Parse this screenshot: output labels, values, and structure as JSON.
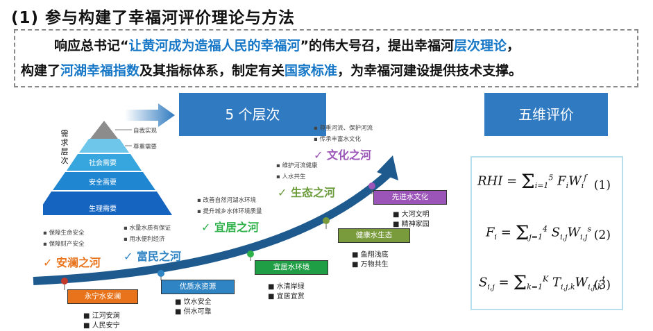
{
  "title": "(1)  参与构建了幸福河评价理论与方法",
  "intro": {
    "l1_a": "响应总书记“",
    "l1_hl": "让黄河成为造福人民的幸福河",
    "l1_b": "”的伟大号召，提出幸福河",
    "l1_hl2": "层次理论",
    "l1_c": "，",
    "l2_a": "构建了",
    "l2_hl": "河湖幸福指数",
    "l2_b": "及其指标体系，制定有关",
    "l2_hl2": "国家标准",
    "l2_c": "，为幸福河建设提供技术支撑。"
  },
  "levels_label": "5 个层次",
  "five_label": "五维评价",
  "pyramid": {
    "axis_label": "需求层次",
    "layers": [
      "生理需要",
      "安全需要",
      "社会需要"
    ],
    "notes": [
      "自我实现",
      "尊重需要"
    ]
  },
  "stages": [
    {
      "name": "安澜之河",
      "color": "#e8731a",
      "notes": [
        "保障生命安全",
        "保障财产安全"
      ],
      "box": "永宁水安澜",
      "box_color": "#e8731a",
      "bullets": [
        "江河安澜",
        "人民安宁"
      ]
    },
    {
      "name": "富民之河",
      "color": "#2f84c4",
      "notes": [
        "水量水质有保证",
        "用水便利经济"
      ],
      "box": "优质水资源",
      "box_color": "#2f84c4",
      "bullets": [
        "饮水安全",
        "供水可靠"
      ]
    },
    {
      "name": "宜居之河",
      "color": "#2fb24a",
      "notes": [
        "改善自然河湖水环境",
        "提升城乡水体环境质量"
      ],
      "box": "宜居水环境",
      "box_color": "#1f9e45",
      "bullets": [
        "水清岸绿",
        "宜居宜赏"
      ]
    },
    {
      "name": "生态之河",
      "color": "#6a9b3a",
      "notes": [
        "维护河流健康",
        "人水共生"
      ],
      "box": "健康水生态",
      "box_color": "#7a9b3c",
      "bullets": [
        "鱼翔浅底",
        "万物共生"
      ]
    },
    {
      "name": "文化之河",
      "color": "#9b55b8",
      "notes": [
        "尊重河流、保护河流",
        "传承丰富水文化"
      ],
      "box": "先进水文化",
      "box_color": "#9b55b8",
      "bullets": [
        "大河文明",
        "精神家园"
      ]
    }
  ],
  "formulas": [
    {
      "label": "(1)"
    },
    {
      "label": "(2)"
    },
    {
      "label": "(3)"
    }
  ]
}
